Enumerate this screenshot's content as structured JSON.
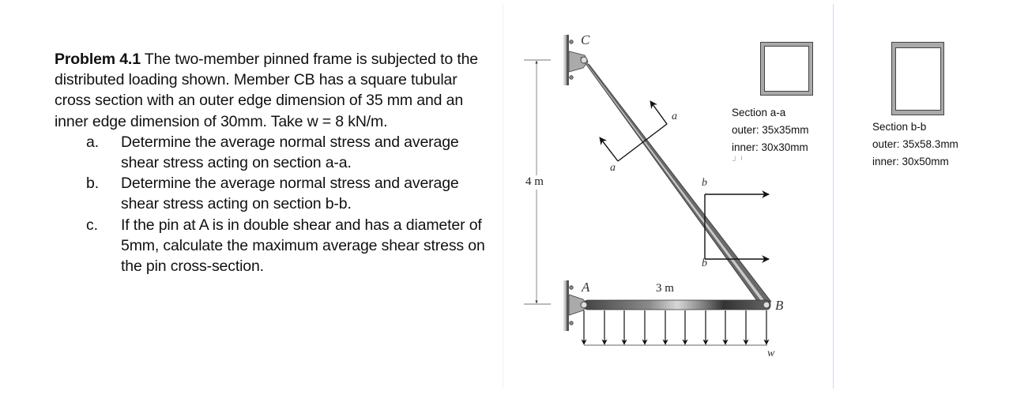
{
  "problem": {
    "title": "Problem 4.1",
    "intro": " The two-member pinned frame is subjected to the distributed loading shown. Member CB has a square tubular cross section with an outer edge dimension of 35 mm and an inner edge dimension of 30mm. Take w = 8 kN/m.",
    "parts": [
      {
        "marker": "a.",
        "text": "Determine the average normal stress and average shear stress acting on section a-a."
      },
      {
        "marker": "b.",
        "text": "Determine the average normal stress and average shear stress acting on section b-b."
      },
      {
        "marker": "c.",
        "text": "If the pin at A is in double shear and has a diameter of 5mm, calculate the maximum average shear stress on the pin cross-section."
      }
    ]
  },
  "figure": {
    "point_labels": {
      "C": "C",
      "A": "A",
      "B": "B"
    },
    "dimensions": {
      "height": "4 m",
      "span": "3 m"
    },
    "load_label": "w",
    "section_a_labels": [
      "a",
      "a"
    ],
    "section_b_labels": [
      "b",
      "b"
    ],
    "load_arrow_count": 10
  },
  "sections": {
    "a": {
      "title": "Section a-a",
      "outer": "outer:  35x35mm",
      "inner": "inner:  30x30mm"
    },
    "b": {
      "title": "Section b-b",
      "outer": "outer:  35x58.3mm",
      "inner": "inner:  30x50mm"
    }
  },
  "colors": {
    "member": "#6e6e6e",
    "member_highlight": "#c8c8c8",
    "section_fill": "#a9a9a9",
    "divider_right": "#d3d9ec"
  }
}
